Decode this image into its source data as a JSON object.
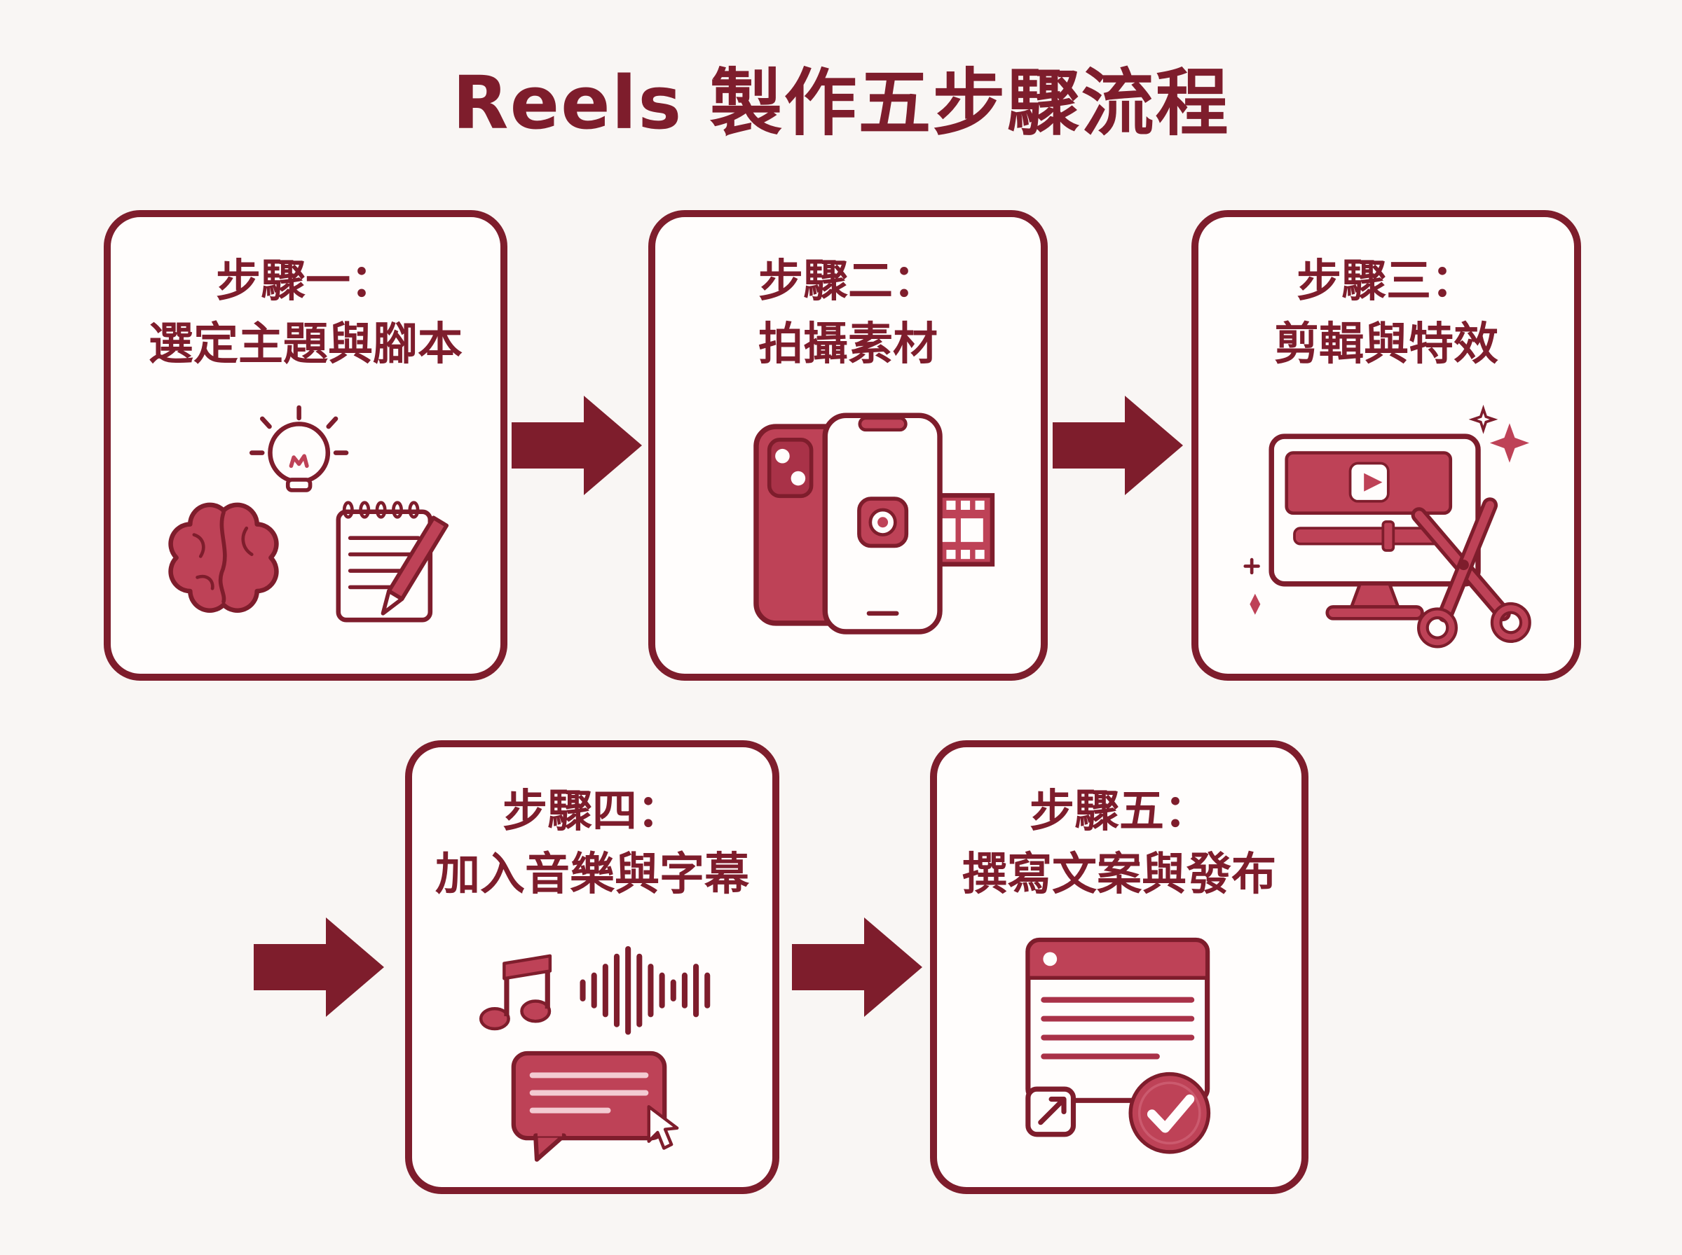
{
  "title": "Reels 製作五步驟流程",
  "steps": [
    {
      "line1": "步驟一：",
      "line2": "選定主題與腳本",
      "icon": "brain-lightbulb-notepad"
    },
    {
      "line1": "步驟二：",
      "line2": "拍攝素材",
      "icon": "phones-filmstrip"
    },
    {
      "line1": "步驟三：",
      "line2": "剪輯與特效",
      "icon": "monitor-editing-scissors"
    },
    {
      "line1": "步驟四：",
      "line2": "加入音樂與字幕",
      "icon": "music-waveform-caption"
    },
    {
      "line1": "步驟五：",
      "line2": "撰寫文案與發布",
      "icon": "document-share-check"
    }
  ],
  "colors": {
    "outline": "#7E1D2C",
    "fill": "#BE4257",
    "background": "#F9F6F4",
    "box_background": "#FFFDFC"
  }
}
